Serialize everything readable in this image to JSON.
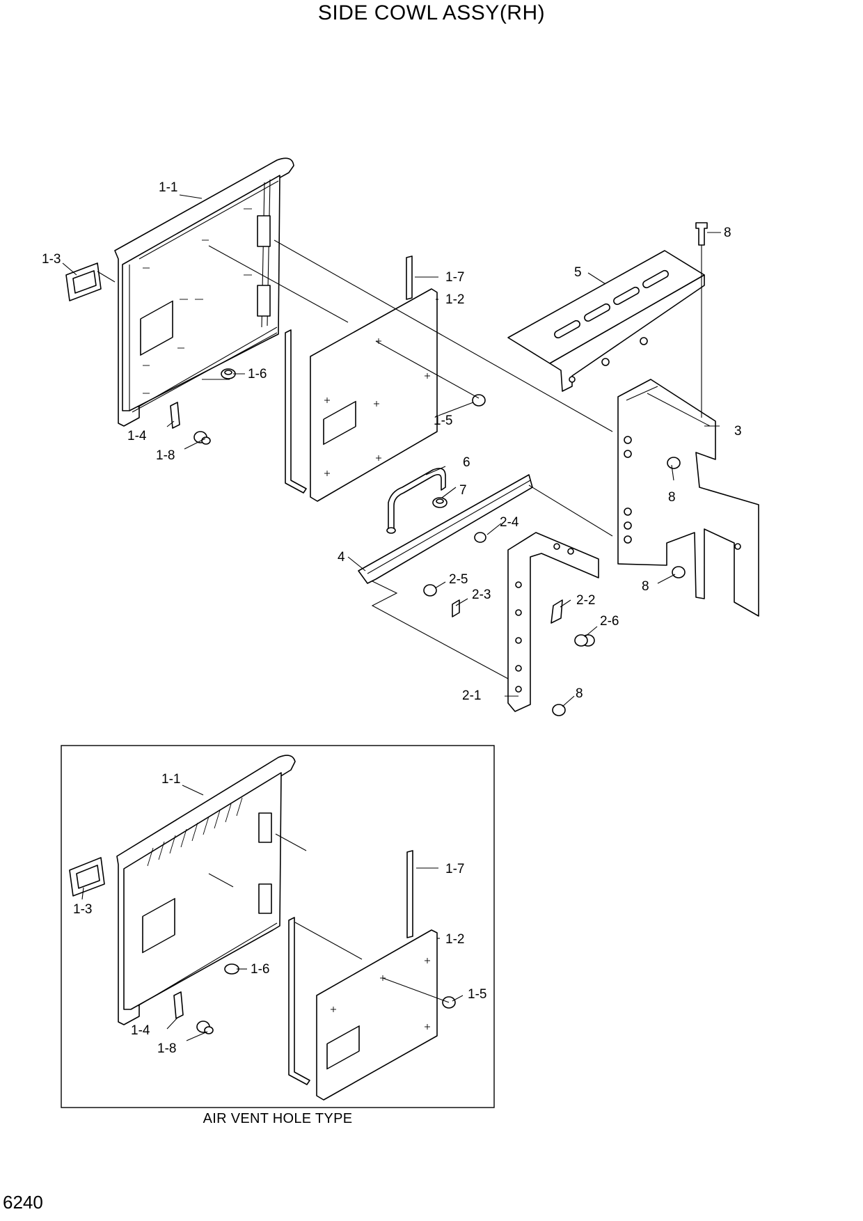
{
  "title": "SIDE COWL ASSY(RH)",
  "page_number": "6240",
  "inset_caption": "AIR VENT HOLE TYPE",
  "callouts_main": [
    "1-1",
    "1-3",
    "1-7",
    "1-2",
    "5",
    "8",
    "1-6",
    "1-4",
    "1-5",
    "1-8",
    "3",
    "6",
    "7",
    "8",
    "2-4",
    "4",
    "2-5",
    "2-3",
    "2-2",
    "2-6",
    "8",
    "2-1",
    "8"
  ],
  "callouts_inset": [
    "1-1",
    "1-7",
    "1-3",
    "1-2",
    "1-6",
    "1-5",
    "1-4",
    "1-8"
  ]
}
